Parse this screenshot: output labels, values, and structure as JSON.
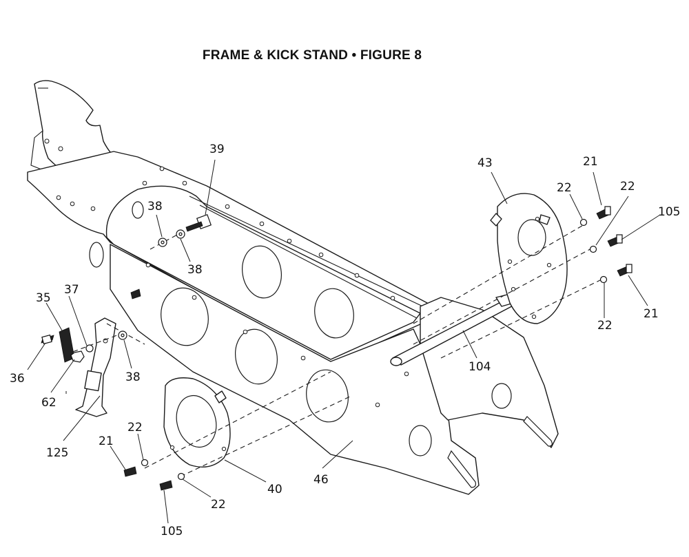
{
  "title": "FRAME & KICK STAND  •  FIGURE 8",
  "callouts": {
    "c39": "39",
    "c38a": "38",
    "c38b": "38",
    "c38c": "38",
    "c43": "43",
    "c22a": "22",
    "c21a": "21",
    "c22b": "22",
    "c105a": "105",
    "c21b": "21",
    "c22c": "22",
    "c35": "35",
    "c37": "37",
    "c36": "36",
    "c62": "62",
    "c125": "125",
    "c104": "104",
    "c22d": "22",
    "c21c": "21",
    "c40": "40",
    "c46": "46",
    "c22e": "22",
    "c105b": "105"
  }
}
